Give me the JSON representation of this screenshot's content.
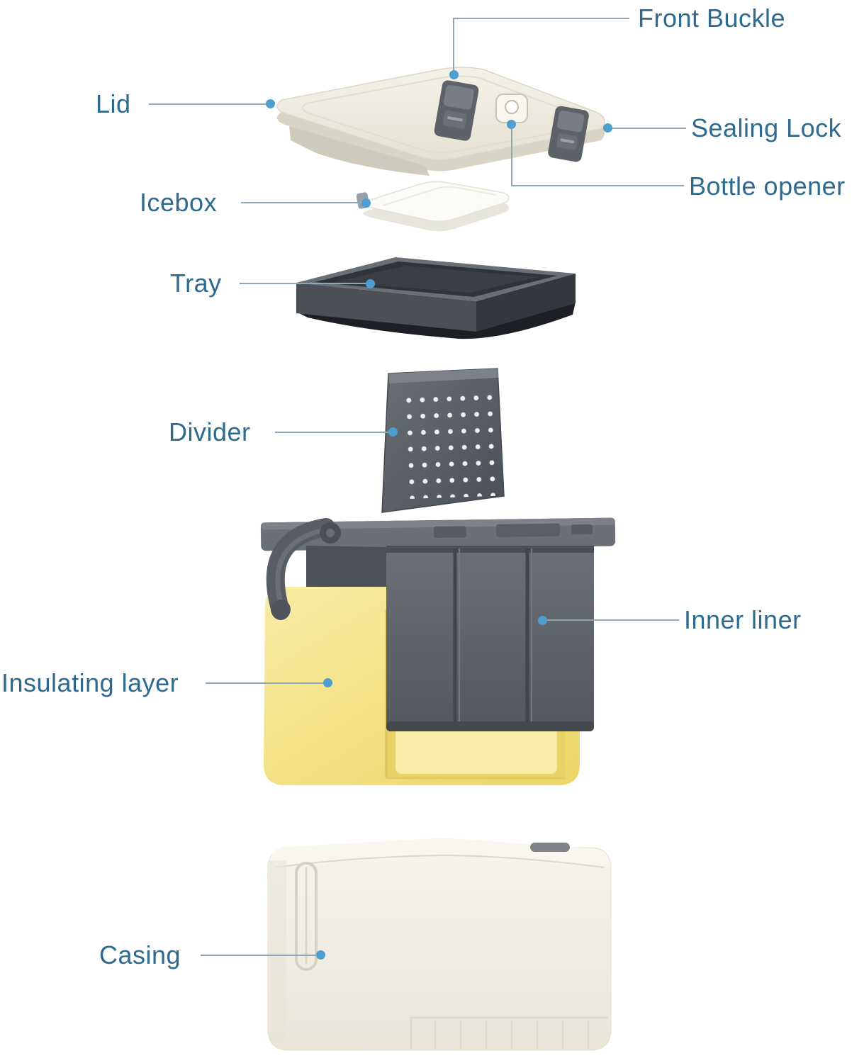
{
  "diagram": {
    "kind": "exploded-view product diagram",
    "product": "cooler box with labeled components"
  },
  "labels": {
    "front_buckle": "Front Buckle",
    "lid": "Lid",
    "sealing_lock": "Sealing Lock",
    "icebox": "Icebox",
    "bottle_opener": "Bottle opener",
    "tray": "Tray",
    "divider": "Divider",
    "inner_liner": "Inner liner",
    "insulating_layer": "Insulating layer",
    "casing": "Casing"
  },
  "colors": {
    "label_text": "#2e6a8e",
    "leader_line": "#8fa6b4",
    "marker_dot": "#4d9fd0",
    "lid_body": "#efecdf",
    "buckle": "#5d6268",
    "icebox_body": "#fbfbf8",
    "tray_body": "#4b4f56",
    "divider_body": "#585d63",
    "inner_liner_body": "#5f6368",
    "insulating_layer_body": "#f2df7d",
    "casing_body": "#f1eee4",
    "background": "#ffffff"
  }
}
